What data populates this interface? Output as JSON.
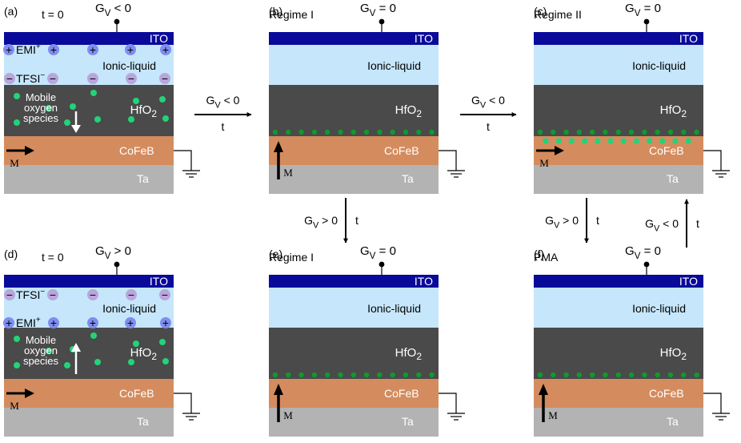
{
  "colors": {
    "ito": "#0a0a9a",
    "ionic": "#c6e6fb",
    "hfo2": "#4a4a4a",
    "cofeb": "#d48c5e",
    "ta": "#b3b3b3",
    "oxygen": "#22d37a",
    "interface_oxygen": "#0f9a2e",
    "ion_pos": "#7f8df0",
    "ion_neg": "#b9a6dc",
    "arrow": "#000000"
  },
  "layers": {
    "ito": "ITO",
    "ionic": "Ionic-liquid",
    "hfo2": "HfO",
    "hfo2_sub": "2",
    "cofeb": "CoFeB",
    "ta": "Ta"
  },
  "ions": {
    "emi": "EMI",
    "emi_sup": "+",
    "tfsi": "TFSI",
    "tfsi_sup": "−",
    "plus": "+",
    "minus": "−"
  },
  "mobile_label": [
    "Mobile",
    "oxygen",
    "species"
  ],
  "magnetization_label": "M",
  "panels": [
    {
      "id": "a",
      "label": "(a)",
      "title": "t = 0",
      "gate_main": "G",
      "gate_sub": "V",
      "gate_rel": " < 0"
    },
    {
      "id": "b",
      "label": "(b)",
      "title": "Regime I",
      "gate_main": "G",
      "gate_sub": "V",
      "gate_rel": " = 0"
    },
    {
      "id": "c",
      "label": "(c)",
      "title": "Regime II",
      "gate_main": "G",
      "gate_sub": "V",
      "gate_rel": " = 0"
    },
    {
      "id": "d",
      "label": "(d)",
      "title": "t = 0",
      "gate_main": "G",
      "gate_sub": "V",
      "gate_rel": " > 0"
    },
    {
      "id": "e",
      "label": "(e)",
      "title": "Regime I",
      "gate_main": "G",
      "gate_sub": "V",
      "gate_rel": " = 0"
    },
    {
      "id": "f",
      "label": "(f)",
      "title": "PMA",
      "gate_main": "G",
      "gate_sub": "V",
      "gate_rel": " = 0"
    }
  ],
  "transitions": [
    {
      "id": "a-to-b",
      "gate_main": "G",
      "gate_sub": "V",
      "gate_rel": " < 0",
      "time": "t"
    },
    {
      "id": "b-to-c",
      "gate_main": "G",
      "gate_sub": "V",
      "gate_rel": " < 0",
      "time": "t"
    },
    {
      "id": "b-to-e",
      "gate_main": "G",
      "gate_sub": "V",
      "gate_rel": " > 0",
      "time": "t"
    },
    {
      "id": "c-to-f",
      "gate_main": "G",
      "gate_sub": "V",
      "gate_rel": " > 0",
      "time": "t"
    },
    {
      "id": "f-to-c",
      "gate_main": "G",
      "gate_sub": "V",
      "gate_rel": " < 0",
      "time": "t"
    }
  ]
}
